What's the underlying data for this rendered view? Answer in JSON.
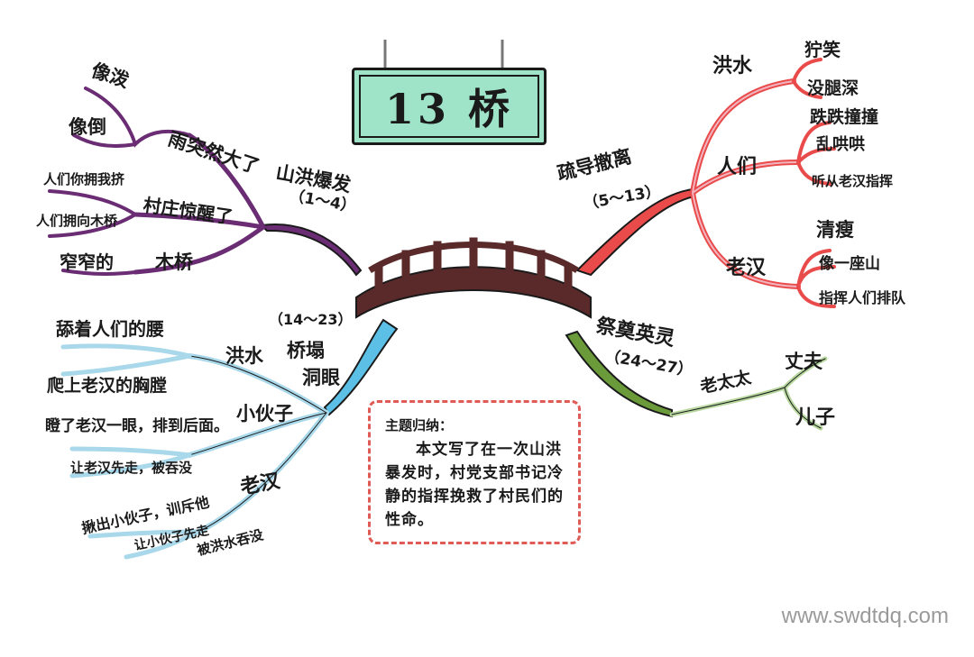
{
  "title": "13 桥",
  "center": {
    "label": "桥",
    "icon": "bridge-icon"
  },
  "colors": {
    "purple": "#6a2c73",
    "red": "#e94b4b",
    "pink": "#f2b5bf",
    "blue": "#5cc0e6",
    "lightblue": "#a8d8ea",
    "green": "#6a9a3a",
    "lightgreen": "#b8d8a0",
    "bridge": "#5a2a2a",
    "title_bg": "#9fe3c8",
    "summary_border": "#e05a56"
  },
  "branches": {
    "flood": {
      "label": "山洪爆发",
      "range": "（1～4）",
      "sub1": "雨突然大了",
      "sub1_a": "像泼",
      "sub1_b": "像倒",
      "sub2": "村庄惊醒了",
      "sub2_a": "人们你拥我挤",
      "sub2_b": "人们拥向木桥",
      "sub3": "木桥",
      "sub3_a": "窄窄的"
    },
    "evacuate": {
      "label": "疏导撤离",
      "range": "（5～13）",
      "flood_label": "洪水",
      "flood_a": "狞笑",
      "flood_b": "没腿深",
      "people_label": "人们",
      "people_a": "跌跌撞撞",
      "people_b": "乱哄哄",
      "people_c": "听从老汉指挥",
      "old_label": "老汉",
      "old_a": "清瘦",
      "old_b": "像一座山",
      "old_c": "指挥人们排队"
    },
    "collapse": {
      "label": "桥塌",
      "label2": "洞眼",
      "range": "（14～23）",
      "flood_label": "洪水",
      "flood_a": "舔着人们的腰",
      "flood_b": "爬上老汉的胸膛",
      "young_label": "小伙子",
      "young_a": "瞪了老汉一眼，排到后面。",
      "young_b": "让老汉先走，被吞没",
      "old_label": "老汉",
      "old_a": "揪出小伙子，训斥他",
      "old_b": "让小伙子先走",
      "old_c": "被洪水吞没"
    },
    "mourn": {
      "label": "祭奠英灵",
      "range": "（24～27）",
      "sub_label": "老太太",
      "sub_a": "丈夫",
      "sub_b": "儿子"
    }
  },
  "summary": {
    "heading": "主题归纳：",
    "body": "本文写了在一次山洪暴发时，村党支部书记冷静的指挥挽救了村民们的性命。"
  },
  "watermark": "www.swdtdq.com"
}
